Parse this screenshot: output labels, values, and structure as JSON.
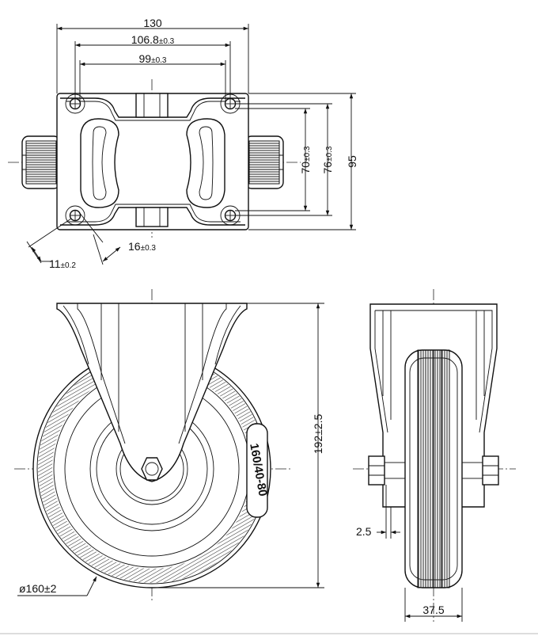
{
  "dimensions": {
    "overall_width": "130",
    "plate_hole_span_outer": {
      "value": "106.8",
      "tol": "±0.3"
    },
    "plate_hole_span_inner": {
      "value": "99",
      "tol": "±0.3"
    },
    "plate_height": "95",
    "hole_span_vertical_inner": {
      "value": "70",
      "tol": "±0.3"
    },
    "hole_span_vertical_outer": {
      "value": "76",
      "tol": "±0.3"
    },
    "slot_length": {
      "value": "16",
      "tol": "±0.3"
    },
    "hole_diameter": {
      "value": "11",
      "tol": "±0.2"
    },
    "total_height": "192±2.5",
    "wheel_diameter": "ø160±2",
    "tyre_marking": "160/40-80",
    "bracket_offset": "2.5",
    "wheel_width": "37.5"
  }
}
